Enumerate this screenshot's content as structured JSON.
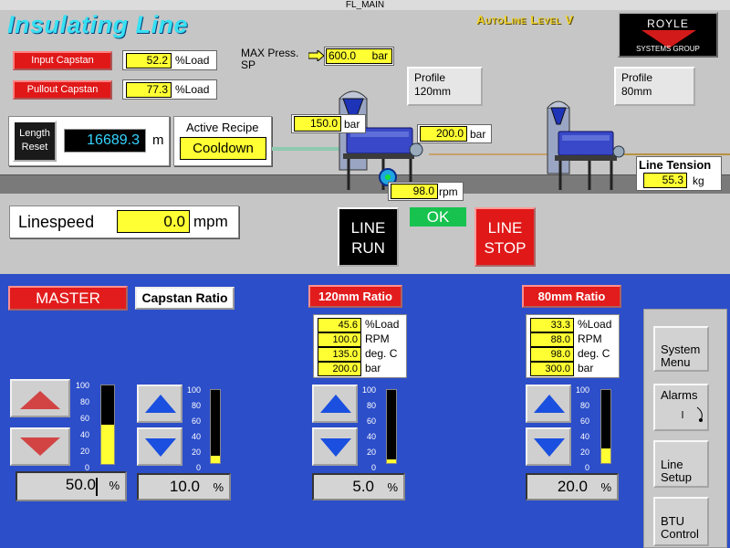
{
  "window": {
    "title": "FL_MAIN"
  },
  "header": {
    "app_title": "Insulating Line",
    "level": "AutoLine Level V",
    "logo_top": "ROYLE",
    "logo_bottom": "SYSTEMS GROUP"
  },
  "capstans": {
    "input": {
      "label": "Input Capstan",
      "value": "52.2",
      "unit": "%Load"
    },
    "pullout": {
      "label": "Pullout Capstan",
      "value": "77.3",
      "unit": "%Load"
    }
  },
  "max_press": {
    "label_line1": "MAX Press.",
    "label_line2": "SP",
    "value": "600.0",
    "unit": "bar"
  },
  "profiles": {
    "p120": {
      "line1": "Profile",
      "line2": "120mm"
    },
    "p80": {
      "line1": "Profile",
      "line2": "80mm"
    }
  },
  "length": {
    "button_line1": "Length",
    "button_line2": "Reset",
    "value": "16689.3",
    "unit": "m"
  },
  "recipe": {
    "label": "Active Recipe",
    "value": "Cooldown"
  },
  "readouts": {
    "press_120": {
      "value": "150.0",
      "unit": "bar"
    },
    "press_80": {
      "value": "200.0",
      "unit": "bar"
    },
    "rpm": {
      "value": "98.0",
      "unit": "rpm"
    }
  },
  "line_tension": {
    "label": "Line Tension",
    "value": "55.3",
    "unit": "kg"
  },
  "linespeed": {
    "label": "Linespeed",
    "value": "0.0",
    "unit": "mpm"
  },
  "status": {
    "ok": "OK"
  },
  "controls": {
    "line_run_1": "LINE",
    "line_run_2": "RUN",
    "line_stop_1": "LINE",
    "line_stop_2": "STOP"
  },
  "master": {
    "label": "MASTER",
    "value": "50.0",
    "unit": "%",
    "level": 0.5
  },
  "capstan_ratio": {
    "label": "Capstan Ratio",
    "value": "10.0",
    "unit": "%",
    "level": 0.1
  },
  "ratio_120": {
    "label": "120mm Ratio",
    "rows": [
      {
        "value": "45.6",
        "unit": "%Load"
      },
      {
        "value": "100.0",
        "unit": "RPM"
      },
      {
        "value": "135.0",
        "unit": "deg. C"
      },
      {
        "value": "200.0",
        "unit": "bar"
      }
    ],
    "value": "5.0",
    "unit": "%",
    "level": 0.05
  },
  "ratio_80": {
    "label": "80mm Ratio",
    "rows": [
      {
        "value": "33.3",
        "unit": "%Load"
      },
      {
        "value": "88.0",
        "unit": "RPM"
      },
      {
        "value": "98.0",
        "unit": "deg. C"
      },
      {
        "value": "300.0",
        "unit": "bar"
      }
    ],
    "value": "20.0",
    "unit": "%",
    "level": 0.2
  },
  "scale_labels": [
    "100",
    "80",
    "60",
    "40",
    "20",
    "0"
  ],
  "side_menu": {
    "system": {
      "line1": "System",
      "line2": "Menu"
    },
    "alarms": {
      "line1": "Alarms"
    },
    "line_setup": {
      "line1": "Line",
      "line2": "Setup"
    },
    "btu": {
      "line1": "BTU",
      "line2": "Control"
    }
  },
  "colors": {
    "panel_blue": "#2c4ec9",
    "highlight_yellow": "#ffff33",
    "alarm_red": "#e01818",
    "ok_green": "#17c24f"
  }
}
